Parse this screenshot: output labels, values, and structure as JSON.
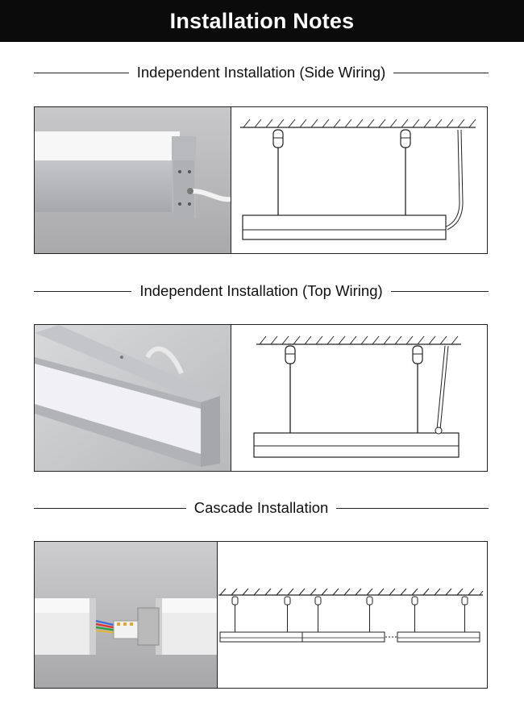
{
  "header": {
    "title": "Installation Notes"
  },
  "sections": [
    {
      "title": "Independent Installation (Side Wiring)",
      "photo_icon": "side-wiring-photo",
      "diagram_icon": "side-wiring-diagram"
    },
    {
      "title": "Independent Installation (Top Wiring)",
      "photo_icon": "top-wiring-photo",
      "diagram_icon": "top-wiring-diagram"
    },
    {
      "title": "Cascade Installation",
      "photo_icon": "cascade-photo",
      "diagram_icon": "cascade-diagram"
    }
  ],
  "colors": {
    "header_bg": "#0b0b0b",
    "header_text": "#ffffff",
    "line": "#222222"
  }
}
